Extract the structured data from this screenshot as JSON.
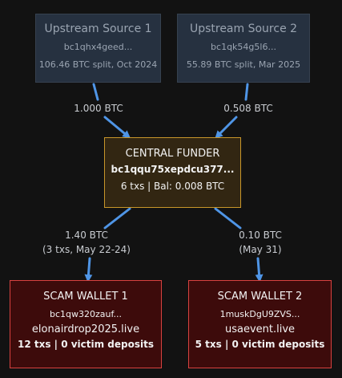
{
  "upstream": [
    {
      "title": "Upstream Source 1",
      "address": "bc1qhx4geed...",
      "note": "106.46 BTC split, Oct 2024"
    },
    {
      "title": "Upstream Source 2",
      "address": "bc1qk54g5l6...",
      "note": "55.89 BTC split, Mar 2025"
    }
  ],
  "funder": {
    "title": "CENTRAL FUNDER",
    "address": "bc1qqu75xepdcu377...",
    "stats": "6 txs | Bal: 0.008 BTC"
  },
  "scam": [
    {
      "title": "SCAM WALLET 1",
      "address": "bc1qw320zauf...",
      "domain": "elonairdrop2025.live",
      "stats": "12 txs | 0 victim deposits"
    },
    {
      "title": "SCAM WALLET 2",
      "address": "1muskDgU9ZVS...",
      "domain": "usaevent.live",
      "stats": "5 txs | 0 victim deposits"
    }
  ],
  "edges": [
    {
      "label": "1.000 BTC",
      "sublabel": ""
    },
    {
      "label": "0.508 BTC",
      "sublabel": ""
    },
    {
      "label": "1.40 BTC",
      "sublabel": "(3 txs, May 22-24)"
    },
    {
      "label": "0.10 BTC",
      "sublabel": "(May 31)"
    }
  ],
  "colors": {
    "arrow": "#4f95e6",
    "upstream_bg": "#263140",
    "funder_border": "#c8962a",
    "scam_border": "#d8413f"
  }
}
